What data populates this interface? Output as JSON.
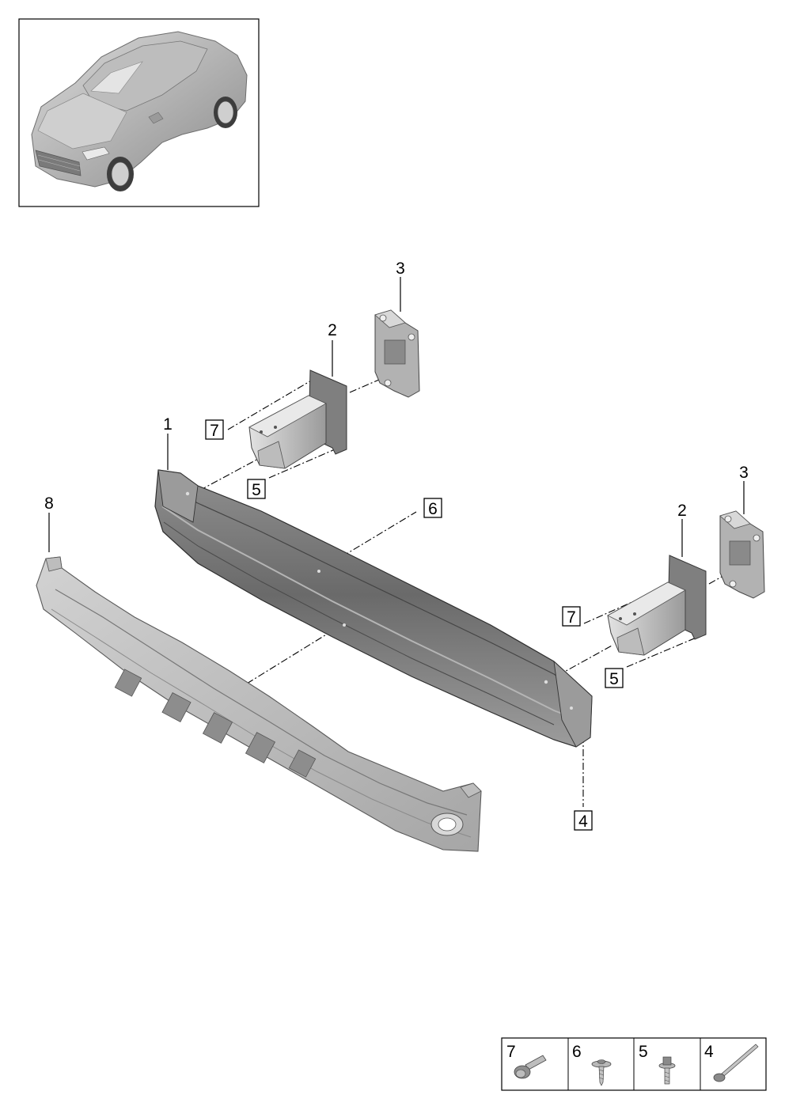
{
  "callouts": {
    "c1": "1",
    "c2a": "2",
    "c2b": "2",
    "c3a": "3",
    "c3b": "3",
    "c4": "4",
    "c5a": "5",
    "c5b": "5",
    "c6": "6",
    "c7a": "7",
    "c7b": "7",
    "c8": "8"
  },
  "legend": [
    {
      "number": "7",
      "icon": "flange-bolt-icon"
    },
    {
      "number": "6",
      "icon": "washer-screw-icon"
    },
    {
      "number": "5",
      "icon": "washer-bolt-icon"
    },
    {
      "number": "4",
      "icon": "long-bolt-icon"
    }
  ],
  "colors": {
    "part_light": "#c9c9c9",
    "part_mid": "#a8a8a8",
    "part_dark": "#7d7d7d",
    "beam_dark": "#5e5e5e",
    "outline": "#000000"
  }
}
